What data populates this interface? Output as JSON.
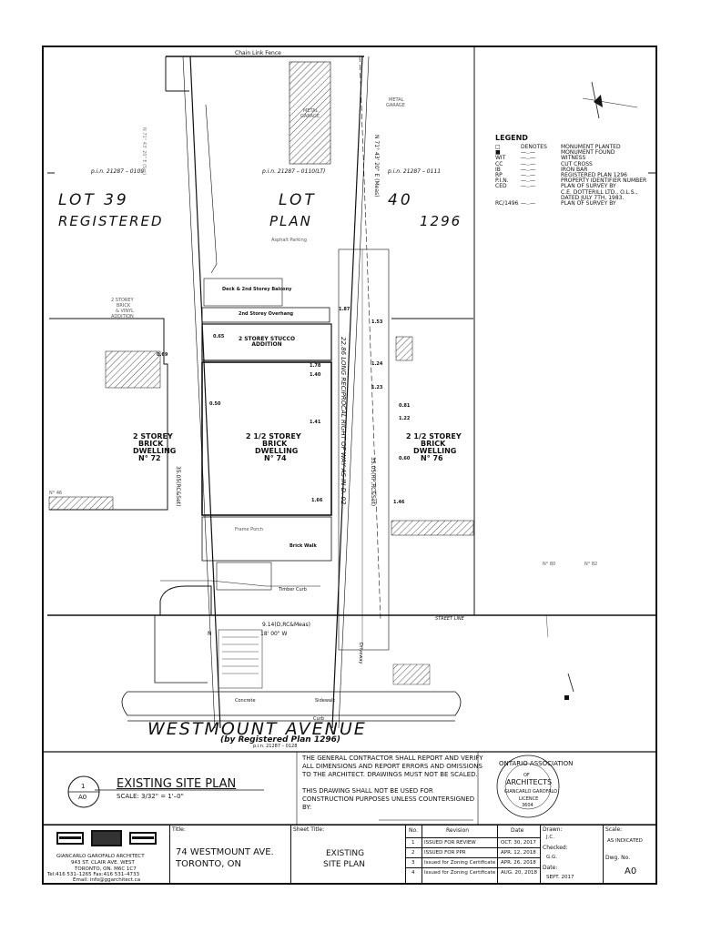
{
  "plan": {
    "lot39": "LOT 39",
    "lot40_a": "LOT",
    "lot40_b": "40",
    "registered": "REGISTERED",
    "plan_word": "PLAN",
    "plan_num": "1296",
    "pin_0109": "p.i.n. 21287 – 0109",
    "pin_0110": "p.i.n. 21287 – 0110(LT)",
    "pin_0111": "p.i.n. 21287 – 0111",
    "pin_0128": "p.i.n. 21287 – 0128",
    "bearing_left": "N 71° 43' 20\" E (Set)",
    "bearing_right": "N 71° 43' 20\" E (Meas)",
    "chain_link_fence": "Chain Link Fence",
    "metal_garage_1": "METAL",
    "metal_garage_2": "GARAGE",
    "metal_garage_3": "METAL",
    "metal_garage_4": "GARAGE",
    "asphalt_parking": "Asphalt Parking",
    "deck": "Deck & 2nd Storey Balcony",
    "overhang": "2nd Storey Overhang",
    "stucco": "2 STOREY STUCCO ADDITION",
    "dwelling74_a": "2 1/2 STOREY",
    "dwelling74_b": "BRICK",
    "dwelling74_c": "DWELLING",
    "dwelling74_d": "N° 74",
    "dwelling72_a": "2 STOREY",
    "dwelling72_b": "BRICK",
    "dwelling72_c": "DWELLING",
    "dwelling72_d": "N° 72",
    "dwelling76_a": "2 1/2 STOREY",
    "dwelling76_b": "BRICK",
    "dwelling76_c": "DWELLING",
    "dwelling76_d": "N° 76",
    "addition_left_a": "2 STOREY",
    "addition_left_b": "BRICK",
    "addition_left_c": "& VINYL",
    "addition_left_d": "ADDITION",
    "row_text": "22.86 LONG RECIPROCAL RIGHT OF WAY AS IN D. 02",
    "dim_left": "35.05(RC&Set)",
    "dim_right": "35.05(RP,RC&Set)",
    "frame_porch": "Frame Porch",
    "brick_walk": "Brick Walk",
    "concrete": "Concrete",
    "timber_curb": "Timber Curb",
    "street_line": "STREET LINE",
    "front_dim": "9.14(D,RC&Meas)",
    "front_dim_imp": "18' 00\" W",
    "front_n": "N",
    "sidewalk": "Sidewalk",
    "curb": "Curb",
    "driveway": "Driveway",
    "no46": "N° 46",
    "no80": "N° 80",
    "no82": "N° 82",
    "street_name": "WESTMOUNT AVENUE",
    "street_sub": "(by Registered Plan 1296)",
    "d065": "0.65",
    "d166": "1.66",
    "d141": "1.41",
    "d140": "1.40",
    "d178": "1.78",
    "d187": "1.87",
    "d153": "1.53",
    "d124": "1.24",
    "d123": "1.23",
    "d122": "1.22",
    "d081": "0.81",
    "d060": "0.60",
    "d146": "1.46",
    "d050": "0.50",
    "d069": "0.69"
  },
  "legend": {
    "title": "LEGEND",
    "rows": [
      {
        "sym": "□",
        "mid": "DENOTES",
        "desc": "MONUMENT PLANTED"
      },
      {
        "sym": "■",
        "mid": "—‥—",
        "desc": "MONUMENT FOUND"
      },
      {
        "sym": "WIT",
        "mid": "—‥—",
        "desc": "WITNESS"
      },
      {
        "sym": "CC",
        "mid": "—‥—",
        "desc": "CUT CROSS"
      },
      {
        "sym": "IB",
        "mid": "—‥—",
        "desc": "IRON BAR"
      },
      {
        "sym": "RP",
        "mid": "—‥—",
        "desc": "REGISTERED PLAN 1296"
      },
      {
        "sym": "P.I.N.",
        "mid": "—‥—",
        "desc": "PROPERTY IDENTIFIER NUMBER"
      },
      {
        "sym": "CED",
        "mid": "—‥—",
        "desc": "PLAN OF SURVEY BY"
      },
      {
        "sym": "",
        "mid": "",
        "desc": "C.E. DOTTERILL LTD., O.L.S.,"
      },
      {
        "sym": "",
        "mid": "",
        "desc": "DATED JULY 7TH, 1983."
      },
      {
        "sym": "RC/1496",
        "mid": "—‥—",
        "desc": "PLAN OF SURVEY BY"
      }
    ]
  },
  "drawing": {
    "number": "1",
    "sheet_ref": "A0",
    "title": "EXISTING  SITE PLAN",
    "scale": "SCALE:  3/32\" = 1'–0\""
  },
  "notes": {
    "line1": "THE GENERAL CONTRACTOR SHALL REPORT AND VERIFY ALL DIMENSIONS AND REPORT ERRORS AND OMISSIONS TO THE ARCHITECT.  DRAWINGS MUST NOT BE SCALED.",
    "line2": "THIS DRAWING SHALL NOT BE USED FOR CONSTRUCTION PURPOSES UNLESS COUNTERSIGNED BY:"
  },
  "seal": {
    "top": "ONTARIO ASSOCIATION",
    "of": "OF",
    "architects": "ARCHITECTS",
    "name": "GIANCARLO GAROFALO",
    "licence": "LICENCE",
    "number": "3604"
  },
  "titleblock": {
    "firm_name": "GIANCARLO GAROFALO ARCHITECT",
    "firm_addr1": "943 ST. CLAIR AVE. WEST",
    "firm_addr2": "TORONTO, ON. M6C 1C7",
    "firm_tel": "Tel:416 531–1265 Fax:416 531–4733",
    "firm_email": "Email: info@ggarchitect.ca",
    "title_label": "Title:",
    "title_line1": "74 WESTMOUNT AVE.",
    "title_line2": "TORONTO, ON",
    "sheet_title_label": "Sheet Title:",
    "sheet_title_1": "EXISTING",
    "sheet_title_2": "SITE PLAN",
    "col_no": "No.",
    "col_rev": "Revision",
    "col_date": "Date",
    "revisions": [
      {
        "no": "1",
        "rev": "ISSUED FOR REVIEW",
        "date": "OCT. 30, 2017"
      },
      {
        "no": "2",
        "rev": "ISSUED FOR PPR",
        "date": "APR. 12, 2018"
      },
      {
        "no": "3",
        "rev": "Issued for Zoning Certificate",
        "date": "APR. 26, 2018"
      },
      {
        "no": "4",
        "rev": "Issued for Zoning Certificate",
        "date": "AUG. 20, 2018"
      }
    ],
    "drawn_label": "Drawn:",
    "drawn_value": "J.C.",
    "checked_label": "Checked:",
    "checked_value": "G.G.",
    "date_label": "Date:",
    "date_value": "SEPT. 2017",
    "scale_label": "Scale:",
    "scale_value": "AS INDICATED",
    "dwg_label": "Dwg. No.",
    "dwg_value": "A0"
  }
}
